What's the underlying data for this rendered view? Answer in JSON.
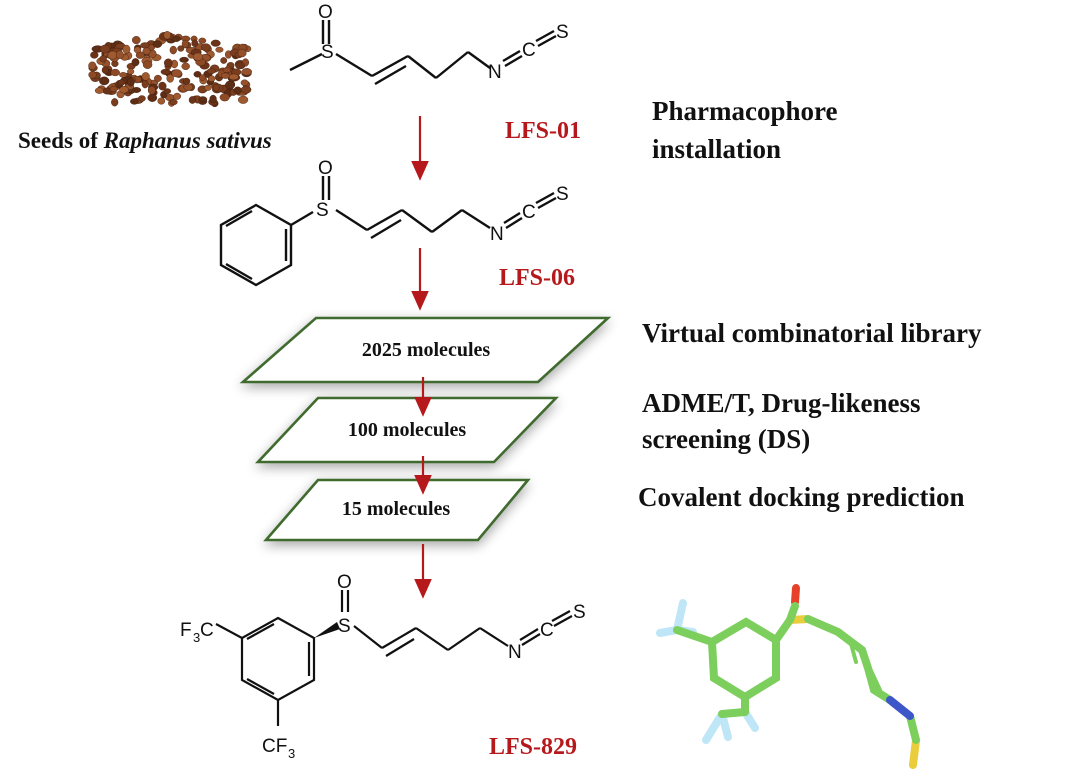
{
  "source": {
    "caption_prefix": "Seeds of ",
    "caption_species": "Raphanus sativus"
  },
  "compounds": {
    "c1": "LFS-01",
    "c2": "LFS-06",
    "c3": "LFS-829"
  },
  "steps": {
    "s1_line1": "Pharmacophore",
    "s1_line2": "installation",
    "s2": "Virtual combinatorial library",
    "s3_line1": "ADME/T, Drug-likeness",
    "s3_line2": "screening (DS)",
    "s4": "Covalent docking prediction"
  },
  "funnel": {
    "t1": "2025 molecules",
    "t2": "100 molecules",
    "t3": "15 molecules"
  },
  "atoms": {
    "S": "S",
    "O": "O",
    "N": "N",
    "C": "C",
    "cf3_left": "F",
    "cf3_three": "3",
    "cf3_c": "C",
    "cf3b_c": "CF",
    "cf3b_three": "3"
  },
  "colors": {
    "arrow": "#b5191c",
    "label_red": "#b5191c",
    "funnel_stroke": "#3f6b2e",
    "carbon": "#7ccf5c",
    "oxygen": "#e8412b",
    "sulfur": "#e9cd3b",
    "nitrogen": "#3d56c8",
    "fluorine": "#bfe6f7"
  }
}
